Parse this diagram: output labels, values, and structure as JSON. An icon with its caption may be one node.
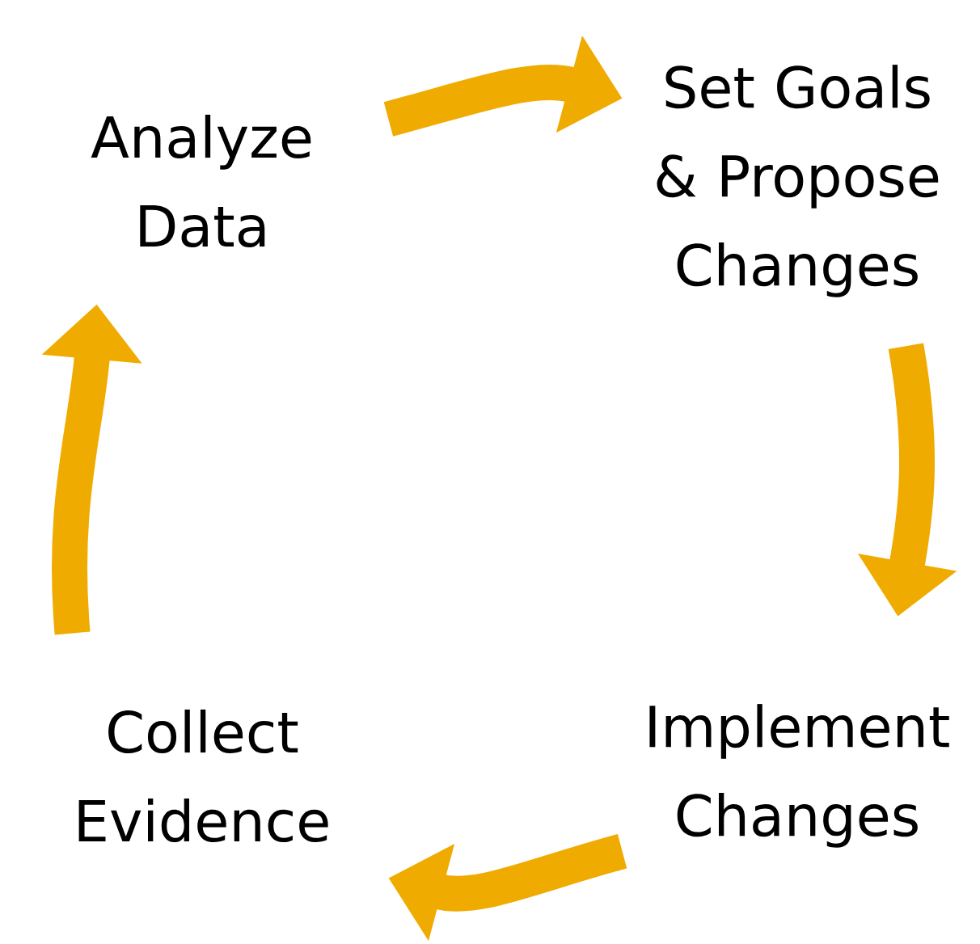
{
  "diagram": {
    "nodes": [
      {
        "text": [
          "Analyze Data"
        ]
      },
      {
        "text": [
          "Set Goals & Propose Changes"
        ]
      },
      {
        "text": [
          "Implement Changes"
        ]
      },
      {
        "text": [
          "Collect Evidence"
        ]
      }
    ],
    "edges": [
      {
        "from": 0,
        "to": 1,
        "arrow": "to"
      },
      {
        "from": 1,
        "to": 2,
        "arrow": "to"
      },
      {
        "from": 2,
        "to": 3,
        "arrow": "to"
      },
      {
        "from": 3,
        "to": 0,
        "arrow": "to"
      }
    ]
  }
}
